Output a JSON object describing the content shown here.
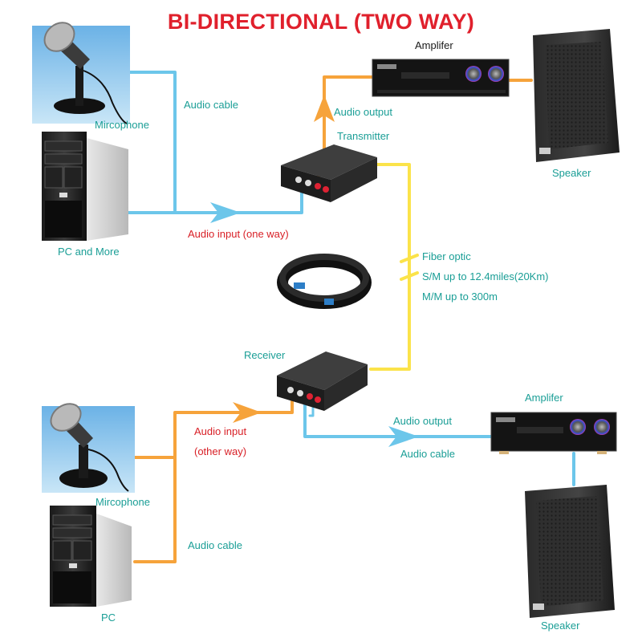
{
  "title": "BI-DIRECTIONAL (TWO WAY)",
  "labels": {
    "amplifier_top": "Amplifer",
    "microphone_top": "Mircophone",
    "audio_cable_top": "Audio cable",
    "audio_output_top": "Audio output",
    "transmitter": "Transmitter",
    "speaker_top": "Speaker",
    "pc_top": "PC and More",
    "audio_input_one_way": "Audio input (one way)",
    "fiber_optic": "Fiber optic",
    "sm_range": "S/M up to 12.4miles(20Km)",
    "mm_range": "M/M up to 300m",
    "receiver": "Receiver",
    "amplifier_bottom": "Amplifer",
    "audio_input": "Audio input",
    "other_way": "(other way)",
    "audio_output_bottom": "Audio output",
    "audio_cable_bottom_right": "Audio cable",
    "microphone_bottom": "Mircophone",
    "audio_cable_bottom_left": "Audio cable",
    "pc_bottom": "PC",
    "speaker_bottom": "Speaker"
  },
  "colors": {
    "title": "#e0202c",
    "label_teal": "#1a9e96",
    "label_red": "#d81f26",
    "cable_blue": "#6cc6ea",
    "cable_orange": "#f6a33b",
    "cable_fiber": "#fbe34a"
  }
}
